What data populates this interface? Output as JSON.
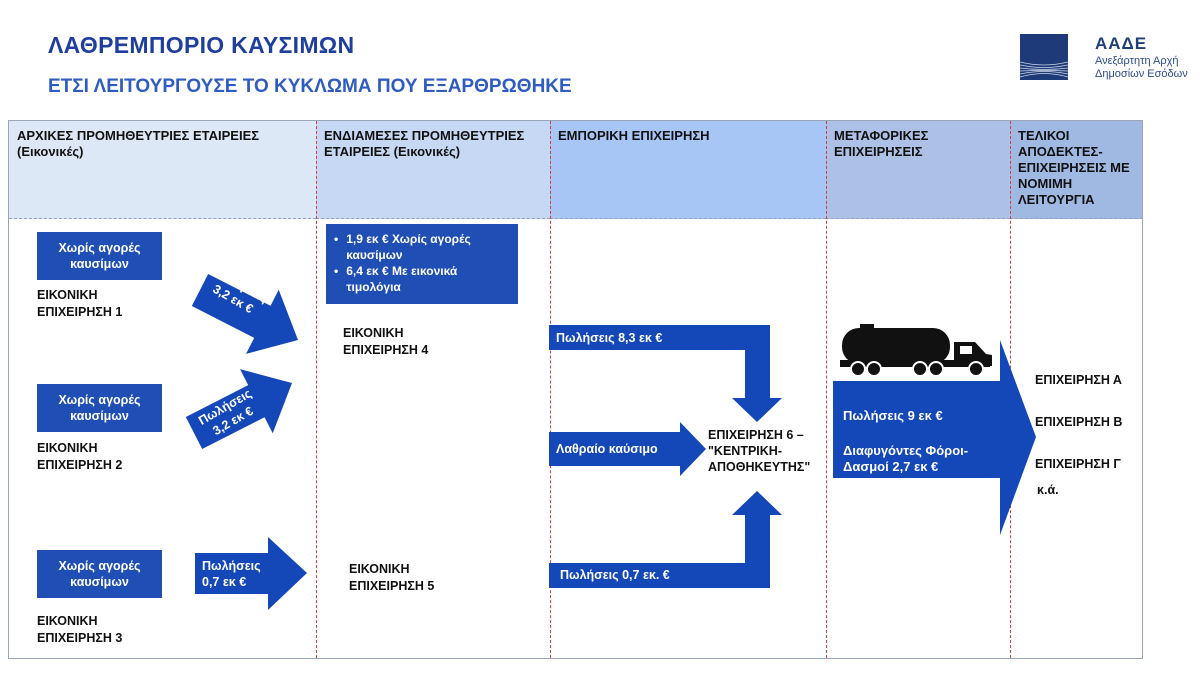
{
  "title": "ΛΑΘΡΕΜΠΟΡΙΟ  ΚΑΥΣΙΜΩΝ",
  "subtitle": "ΕΤΣΙ ΛΕΙΤΟΥΡΓΟΥΣΕ  ΤΟ ΚΥΚΛΩΜΑ ΠΟΥ ΕΞΑΡΘΡΩΘΗΚΕ",
  "logo": {
    "name": "ΑΑΔΕ",
    "line1": "Ανεξάρτητη Αρχή",
    "line2": "Δημοσίων Εσόδων"
  },
  "colors": {
    "box": "#1f4eb4",
    "arrow": "#1447b8",
    "divider": "#d24040"
  },
  "columns": [
    {
      "header": "ΑΡΧΙΚΕΣ ΠΡΟΜΗΘΕΥΤΡΙΕΣ ΕΤΑΙΡΕΙΕΣ",
      "sub": "(Εικονικές)"
    },
    {
      "header": "ΕΝΔΙΑΜΕΣΕΣ ΠΡΟΜΗΘΕΥΤΡΙΕΣ ΕΤΑΙΡΕΙΕΣ  (Εικονικές)"
    },
    {
      "header": "ΕΜΠΟΡΙΚΗ ΕΠΙΧΕΙΡΗΣΗ"
    },
    {
      "header": "ΜΕΤΑΦΟΡΙΚΕΣ ΕΠΙΧΕΙΡΗΣΕΙΣ"
    },
    {
      "header": "ΤΕΛΙΚΟΙ ΑΠΟΔΕΚΤΕΣ-ΕΠΙΧΕΙΡΗΣΕΙΣ ΜΕ ΝΟΜΙΜΗ ΛΕΙΤΟΥΡΓΙΑ"
    }
  ],
  "col1": {
    "no_purchases": "Χωρίς αγορές καυσίμων",
    "firms": [
      "ΕΙΚΟΝΙΚΗ ΕΠΙΧΕΙΡΗΣΗ 1",
      "ΕΙΚΟΝΙΚΗ ΕΠΙΧΕΙΡΗΣΗ 2",
      "ΕΙΚΟΝΙΚΗ ΕΠΙΧΕΙΡΗΣΗ 3"
    ],
    "arrows": [
      "Πωλήσεις 3,2 εκ €",
      "Πωλήσεις 3,2 εκ €",
      "Πωλήσεις 0,7 εκ €"
    ]
  },
  "col2": {
    "bullets": [
      "1,9 εκ € Χωρίς αγορές καυσίμων",
      "6,4 εκ € Με εικονικά τιμολόγια"
    ],
    "firms": [
      "ΕΙΚΟΝΙΚΗ ΕΠΙΧΕΙΡΗΣΗ 4",
      "ΕΙΚΟΝΙΚΗ ΕΠΙΧΕΙΡΗΣΗ 5"
    ]
  },
  "col3": {
    "arrow_top": "Πωλήσεις 8,3 εκ €",
    "arrow_mid": "Λαθραίο καύσιμο",
    "arrow_bottom": "Πωλήσεις 0,7 εκ. €",
    "central": "ΕΠΙΧΕΙΡΗΣΗ 6 – \"ΚΕΝΤΡΙΚΗ-ΑΠΟΘΗΚΕΥΤΗΣ\""
  },
  "col4": {
    "sales": "Πωλήσεις 9 εκ €",
    "evaded": "Διαφυγόντες Φόροι-Δασμοί 2,7 εκ €"
  },
  "col5": {
    "recipients": [
      "ΕΠΙΧΕΙΡΗΣΗ Α",
      "ΕΠΙΧΕΙΡΗΣΗ Β",
      "ΕΠΙΧΕΙΡΗΣΗ Γ",
      "κ.ά."
    ]
  }
}
